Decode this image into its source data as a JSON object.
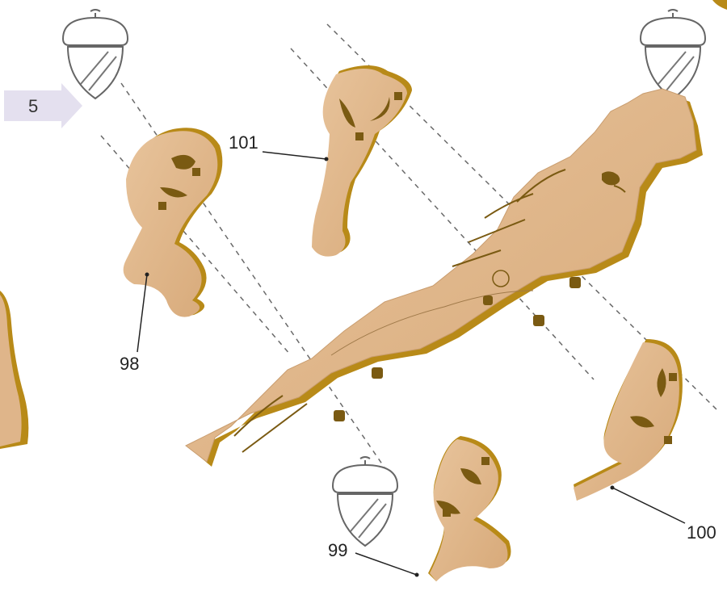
{
  "step": {
    "number": "5"
  },
  "parts": [
    {
      "id": "p98",
      "label": "98"
    },
    {
      "id": "p99",
      "label": "99"
    },
    {
      "id": "p100",
      "label": "100"
    },
    {
      "id": "p101",
      "label": "101"
    }
  ],
  "icons": [
    {
      "name": "acorn-icon"
    },
    {
      "name": "acorn-icon"
    },
    {
      "name": "acorn-icon"
    }
  ],
  "colors": {
    "wood": "#dfb58a",
    "wood_dark": "#c99d6f",
    "edge": "#7a5a12",
    "edge_gold": "#b88a18",
    "step_arrow": "#e4e0ef",
    "guide": "#6a6a6a"
  }
}
